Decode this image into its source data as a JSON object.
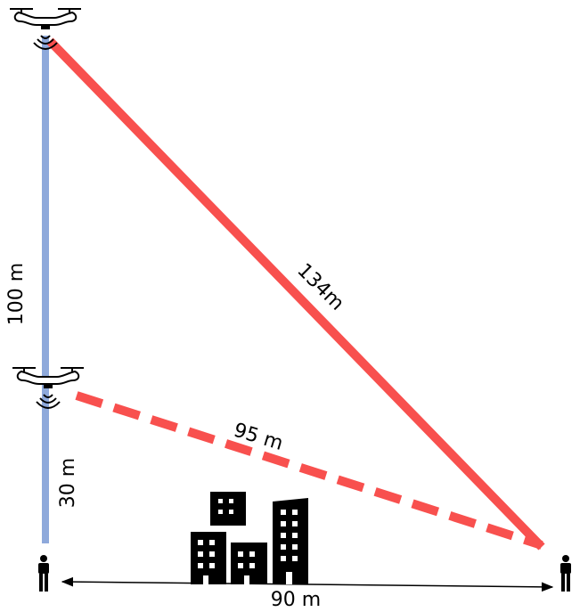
{
  "colors": {
    "vertical_pole": "#8EA9DB",
    "link_line": "#F8504E",
    "drone": "#000000",
    "building": "#000000",
    "person": "#000000",
    "background": "#FFFFFF"
  },
  "icons": [
    "drone-icon",
    "signal-waves-icon",
    "building-icon",
    "person-icon"
  ],
  "labels": {
    "upper_height": "100 m",
    "lower_height": "30 m",
    "long_link": "134m",
    "short_link": "95 m",
    "ground_distance": "90 m"
  }
}
